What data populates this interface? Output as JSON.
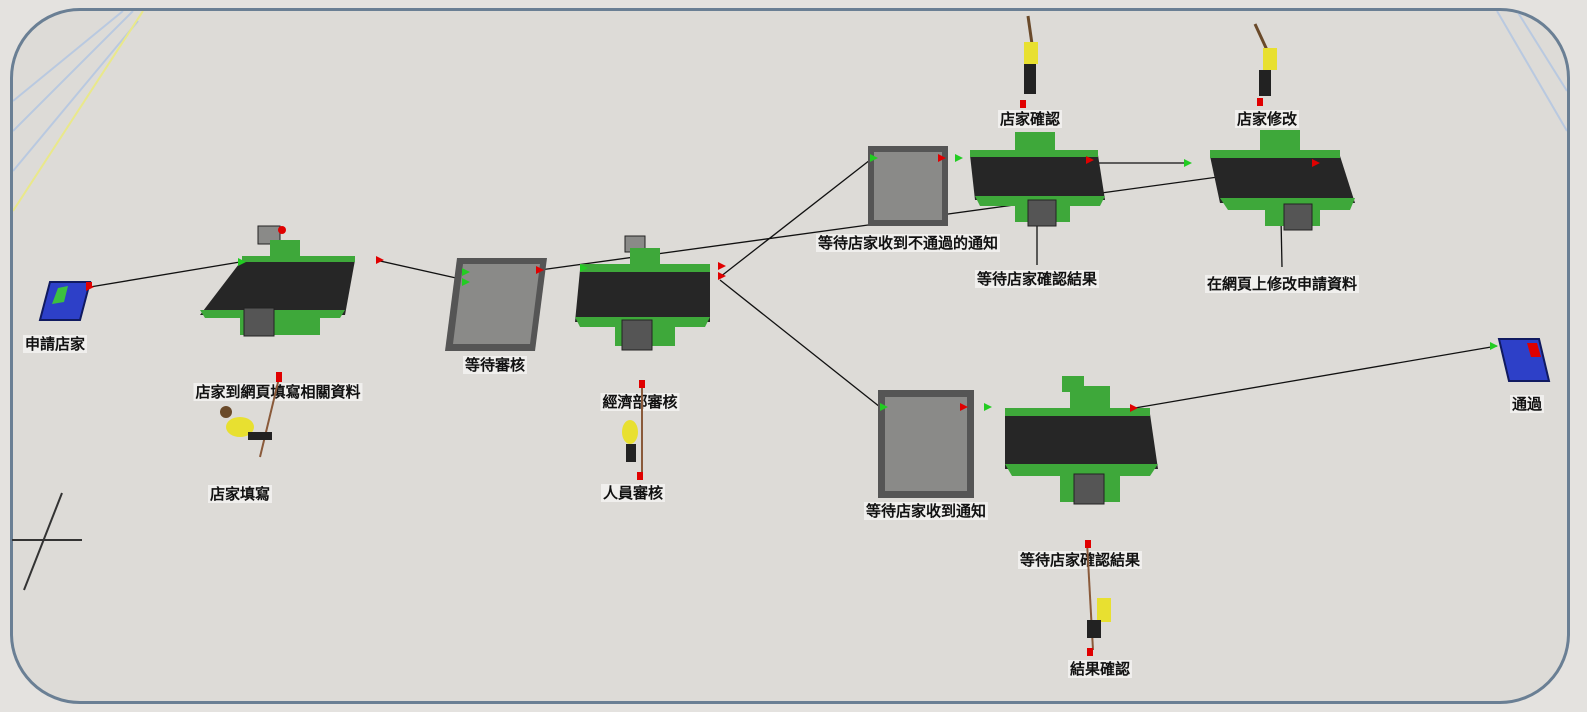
{
  "model": {
    "source": {
      "label": "申請店家"
    },
    "fill_processor": {
      "label": "店家到網頁填寫相關資料",
      "operator_label": "店家填寫"
    },
    "queue_review": {
      "label": "等待審核"
    },
    "review_processor": {
      "label": "經濟部審核",
      "operator_label": "人員審核"
    },
    "queue_reject_notice": {
      "label": "等待店家收到不通過的通知"
    },
    "confirm_processor_top": {
      "label": "等待店家確認結果",
      "operator_label": "店家確認"
    },
    "modify_processor": {
      "label": "在網頁上修改申請資料",
      "operator_label": "店家修改"
    },
    "queue_pass_notice": {
      "label": "等待店家收到通知"
    },
    "confirm_processor_bottom": {
      "label": "等待店家確認結果",
      "operator_label": "結果確認"
    },
    "sink": {
      "label": "通過"
    }
  },
  "colors": {
    "processor_green": "#3ea83a",
    "belt_dark": "#262626",
    "source_blue": "#2d40c8",
    "queue_gray": "#8a8a88",
    "port_red": "#e00000",
    "port_green": "#22cc22",
    "operator_shirt": "#e8e030"
  },
  "icons": [
    "source-icon",
    "processor-icon",
    "queue-icon",
    "operator-icon",
    "sink-icon",
    "axis-marker-icon"
  ]
}
